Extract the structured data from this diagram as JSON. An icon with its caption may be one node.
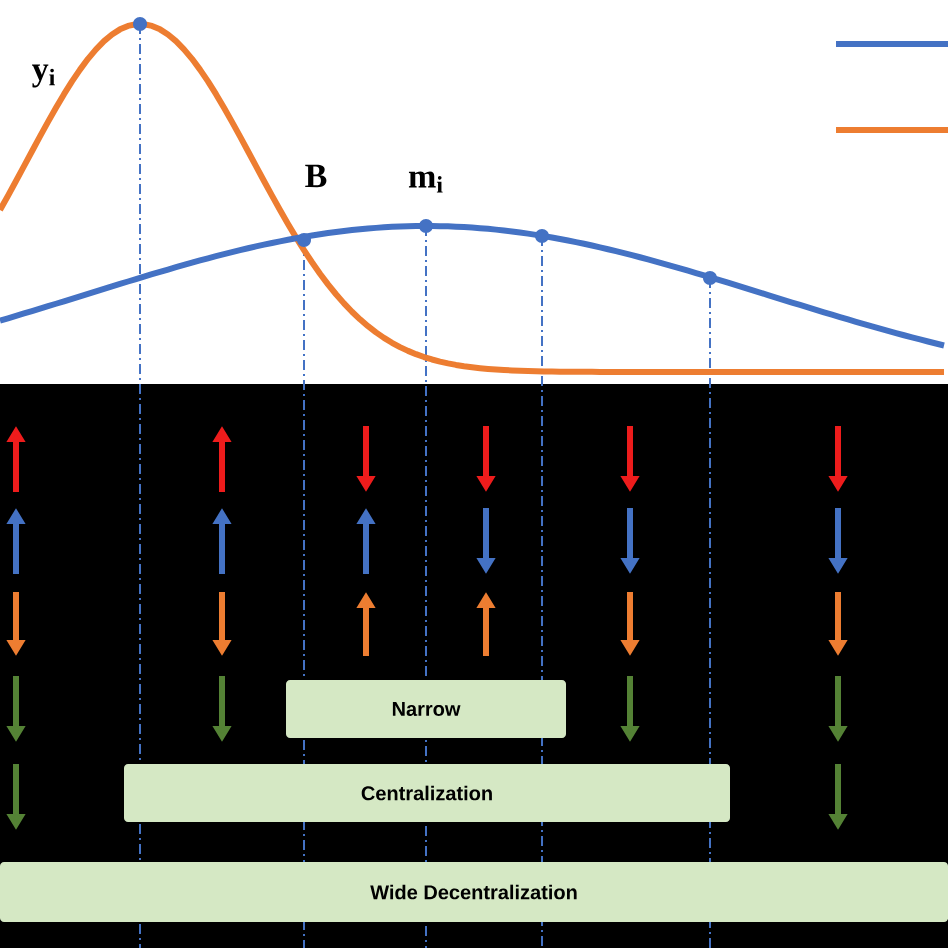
{
  "diagram": {
    "nodes": [
      {
        "text": [
          "Narrow"
        ]
      },
      {
        "text": [
          "Centralization"
        ]
      },
      {
        "text": [
          "Wide Decentralization"
        ]
      }
    ],
    "edges": [],
    "labels": [
      "y$_{i}$",
      "B",
      "m$_{i}$"
    ]
  }
}
